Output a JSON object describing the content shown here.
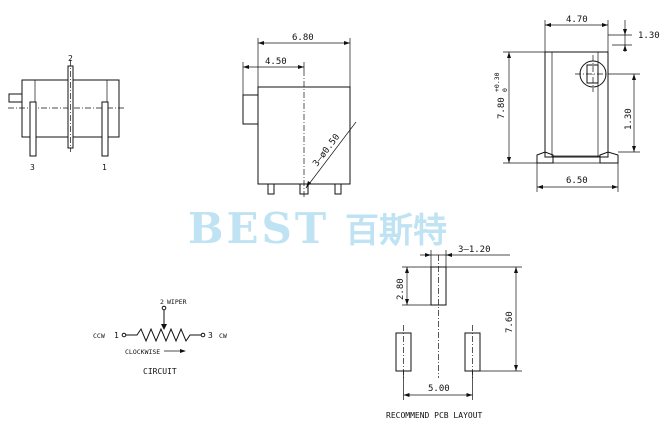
{
  "watermark": {
    "latin": "BEST",
    "cjk": "百斯特"
  },
  "bottom_view": {
    "pin_labels": [
      "2",
      "3",
      "1"
    ]
  },
  "side_view": {
    "dim_total": "6.80",
    "dim_partial": "4.50",
    "dim_hole": "3—ø0.50"
  },
  "front_view": {
    "dim_top": "4.70",
    "dim_offset": "1.30",
    "dim_height": "7.80",
    "dim_height_tol": "+0.30",
    "dim_height_tol2": "0",
    "dim_knob": "1.30",
    "dim_base": "6.50"
  },
  "pcb_layout": {
    "dim_pad": "3—1.20",
    "dim_pad_len": "2.80",
    "dim_vertical": "7.60",
    "dim_spacing": "5.00",
    "caption": "RECOMMEND PCB LAYOUT"
  },
  "circuit": {
    "pin1": "1",
    "pin2": "2",
    "pin3": "3",
    "ccw": "CCW",
    "cw": "CW",
    "wiper": "WIPER",
    "direction": "CLOCKWISE",
    "caption": "CIRCUIT"
  }
}
